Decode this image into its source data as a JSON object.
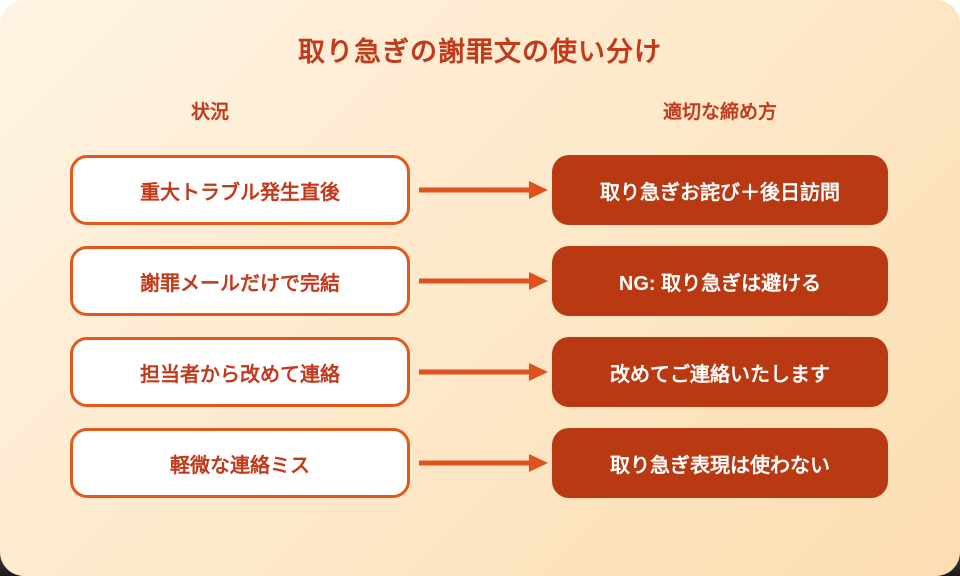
{
  "page": {
    "title": "取り急ぎの謝罪文の使い分け"
  },
  "columns": {
    "left_header": "状況",
    "right_header": "適切な締め方"
  },
  "rows": [
    {
      "situation": "重大トラブル発生直後",
      "closing": "取り急ぎお詫び＋後日訪問"
    },
    {
      "situation": "謝罪メールだけで完結",
      "closing": "NG: 取り急ぎは避ける"
    },
    {
      "situation": "担当者から改めて連絡",
      "closing": "改めてご連絡いたします"
    },
    {
      "situation": "軽微な連絡ミス",
      "closing": "取り急ぎ表現は使わない"
    }
  ],
  "icons": {
    "flow_arrow": "right-arrow"
  },
  "colors": {
    "background_start": "#FFF4E4",
    "background_end": "#FBDDB0",
    "accent_text": "#C13A1B",
    "box_border": "#E2591C",
    "arrow": "#E0521C",
    "result_box_bg": "#B93A12",
    "result_text": "#FFFFFF"
  }
}
